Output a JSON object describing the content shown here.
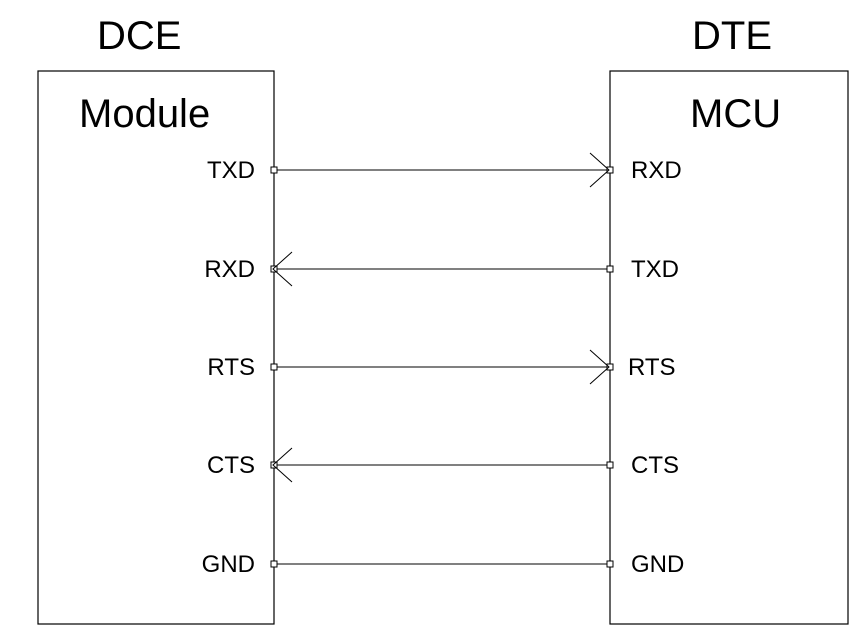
{
  "left": {
    "role": "DCE",
    "title": "Module",
    "pins": [
      "TXD",
      "RXD",
      "RTS",
      "CTS",
      "GND"
    ]
  },
  "right": {
    "role": "DTE",
    "title": "MCU",
    "pins": [
      "RXD",
      "TXD",
      "RTS",
      "CTS",
      "GND"
    ]
  },
  "connections": [
    {
      "from": "left.TXD",
      "to": "right.RXD",
      "arrow": "right"
    },
    {
      "from": "right.TXD",
      "to": "left.RXD",
      "arrow": "left"
    },
    {
      "from": "left.RTS",
      "to": "right.RTS",
      "arrow": "right"
    },
    {
      "from": "right.CTS",
      "to": "left.CTS",
      "arrow": "left"
    },
    {
      "from": "left.GND",
      "to": "right.GND",
      "arrow": "none"
    }
  ]
}
